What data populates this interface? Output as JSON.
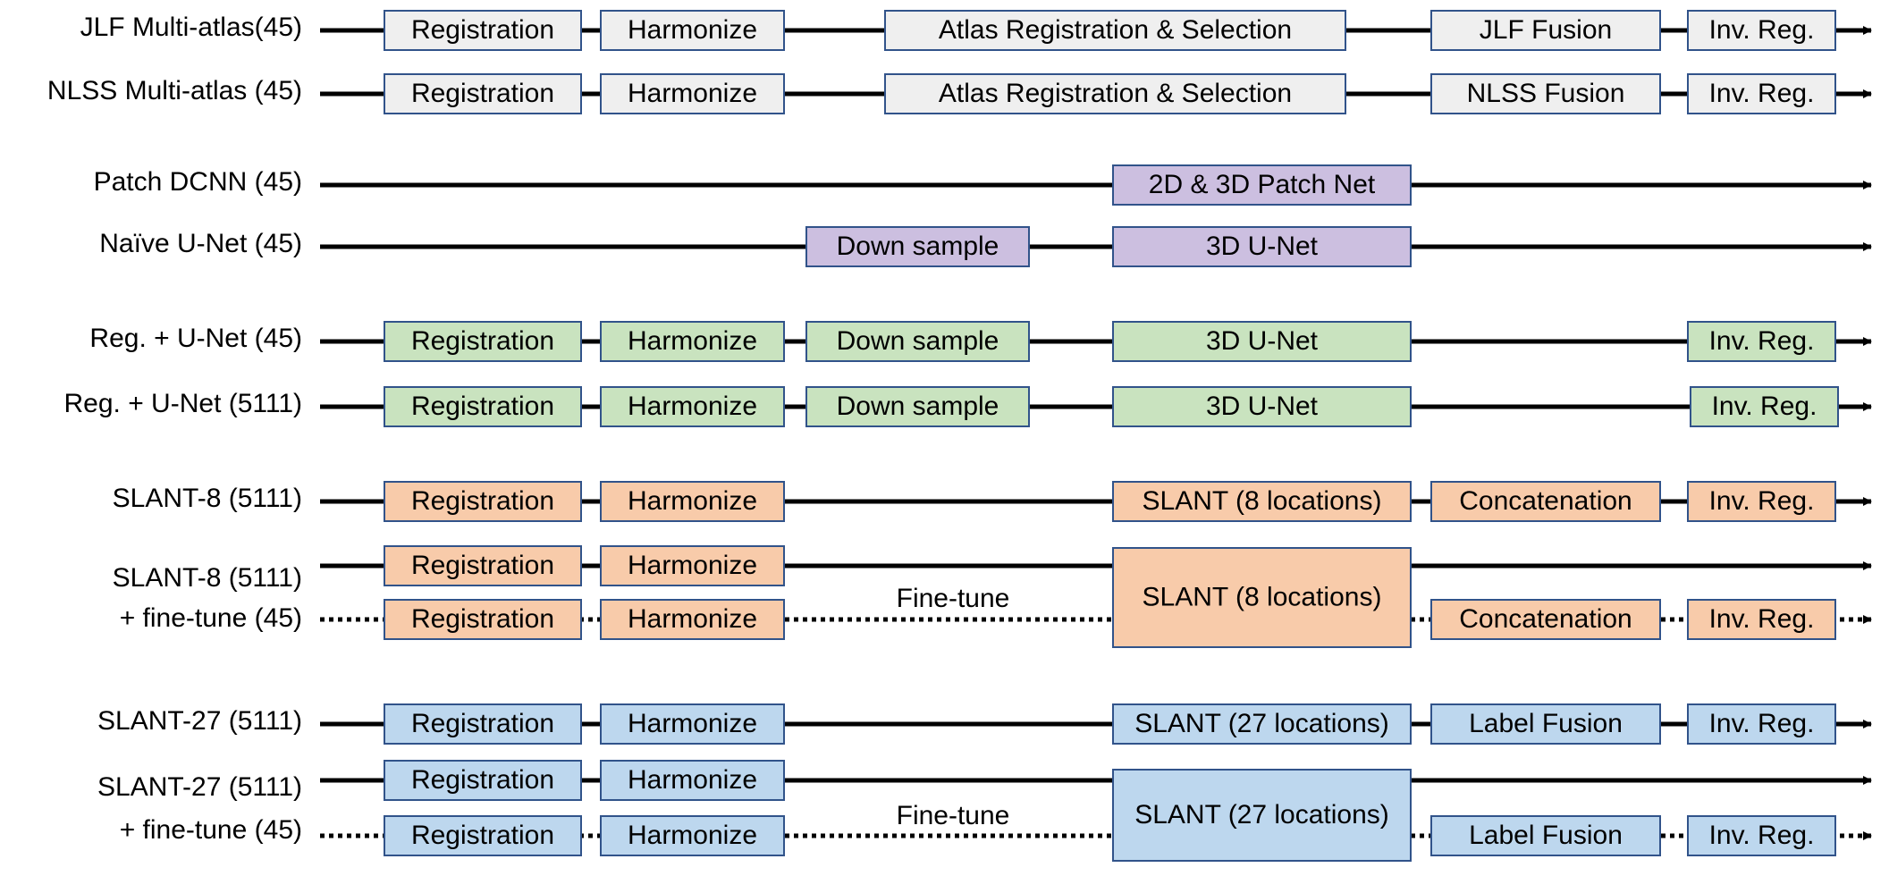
{
  "colors": {
    "gray": "#efefef",
    "purple": "#ccbfe0",
    "green": "#c9e3bf",
    "orange": "#f8cbaa",
    "blue": "#bdd7ee",
    "box_border": "#31538a",
    "line": "#000000"
  },
  "rows": [
    {
      "id": "jlf",
      "label": "JLF Multi-atlas(45)",
      "color": "gray",
      "boxes": [
        "Registration",
        "Harmonize",
        "Atlas Registration & Selection",
        "JLF Fusion",
        "Inv. Reg."
      ]
    },
    {
      "id": "nlss",
      "label": "NLSS Multi-atlas (45)",
      "color": "gray",
      "boxes": [
        "Registration",
        "Harmonize",
        "Atlas Registration & Selection",
        "NLSS Fusion",
        "Inv. Reg."
      ]
    },
    {
      "id": "patch",
      "label": "Patch DCNN (45)",
      "color": "purple",
      "boxes": [
        "2D & 3D Patch Net"
      ]
    },
    {
      "id": "naive",
      "label": "Naïve U-Net (45)",
      "color": "purple",
      "boxes": [
        "Down sample",
        "3D U-Net"
      ]
    },
    {
      "id": "regunet45",
      "label": "Reg. + U-Net (45)",
      "color": "green",
      "boxes": [
        "Registration",
        "Harmonize",
        "Down sample",
        "3D U-Net",
        "Inv. Reg."
      ]
    },
    {
      "id": "regunet5111",
      "label": "Reg. + U-Net (5111)",
      "color": "green",
      "boxes": [
        "Registration",
        "Harmonize",
        "Down sample",
        "3D U-Net",
        "Inv. Reg."
      ]
    },
    {
      "id": "slant8",
      "label": "SLANT-8 (5111)",
      "color": "orange",
      "boxes": [
        "Registration",
        "Harmonize",
        "SLANT (8 locations)",
        "Concatenation",
        "Inv. Reg."
      ]
    },
    {
      "id": "slant8ft",
      "label": [
        "SLANT-8 (5111)",
        "+ fine-tune (45)"
      ],
      "color": "orange",
      "top_boxes": [
        "Registration",
        "Harmonize"
      ],
      "bottom_boxes": [
        "Registration",
        "Harmonize",
        "Concatenation",
        "Inv. Reg."
      ],
      "merged_box": "SLANT (8 locations)",
      "note": "Fine-tune"
    },
    {
      "id": "slant27",
      "label": "SLANT-27 (5111)",
      "color": "blue",
      "boxes": [
        "Registration",
        "Harmonize",
        "SLANT (27 locations)",
        "Label Fusion",
        "Inv. Reg."
      ]
    },
    {
      "id": "slant27ft",
      "label": [
        "SLANT-27 (5111)",
        "+ fine-tune (45)"
      ],
      "color": "blue",
      "top_boxes": [
        "Registration",
        "Harmonize"
      ],
      "bottom_boxes": [
        "Registration",
        "Harmonize",
        "Label Fusion",
        "Inv. Reg."
      ],
      "merged_box": "SLANT (27 locations)",
      "note": "Fine-tune"
    }
  ]
}
